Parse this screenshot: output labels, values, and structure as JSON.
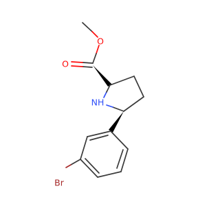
{
  "molecule": {
    "atoms": {
      "ester_oxygen": {
        "symbol": "O",
        "color": "#ff0d0d"
      },
      "carbonyl_oxygen": {
        "symbol": "O",
        "color": "#ff0d0d"
      },
      "ring_nitrogen": {
        "symbol": "NH",
        "color": "#3050f8"
      },
      "bromine": {
        "symbol": "Br",
        "color": "#a62929"
      }
    },
    "bond_color": "#3a3a3a"
  }
}
